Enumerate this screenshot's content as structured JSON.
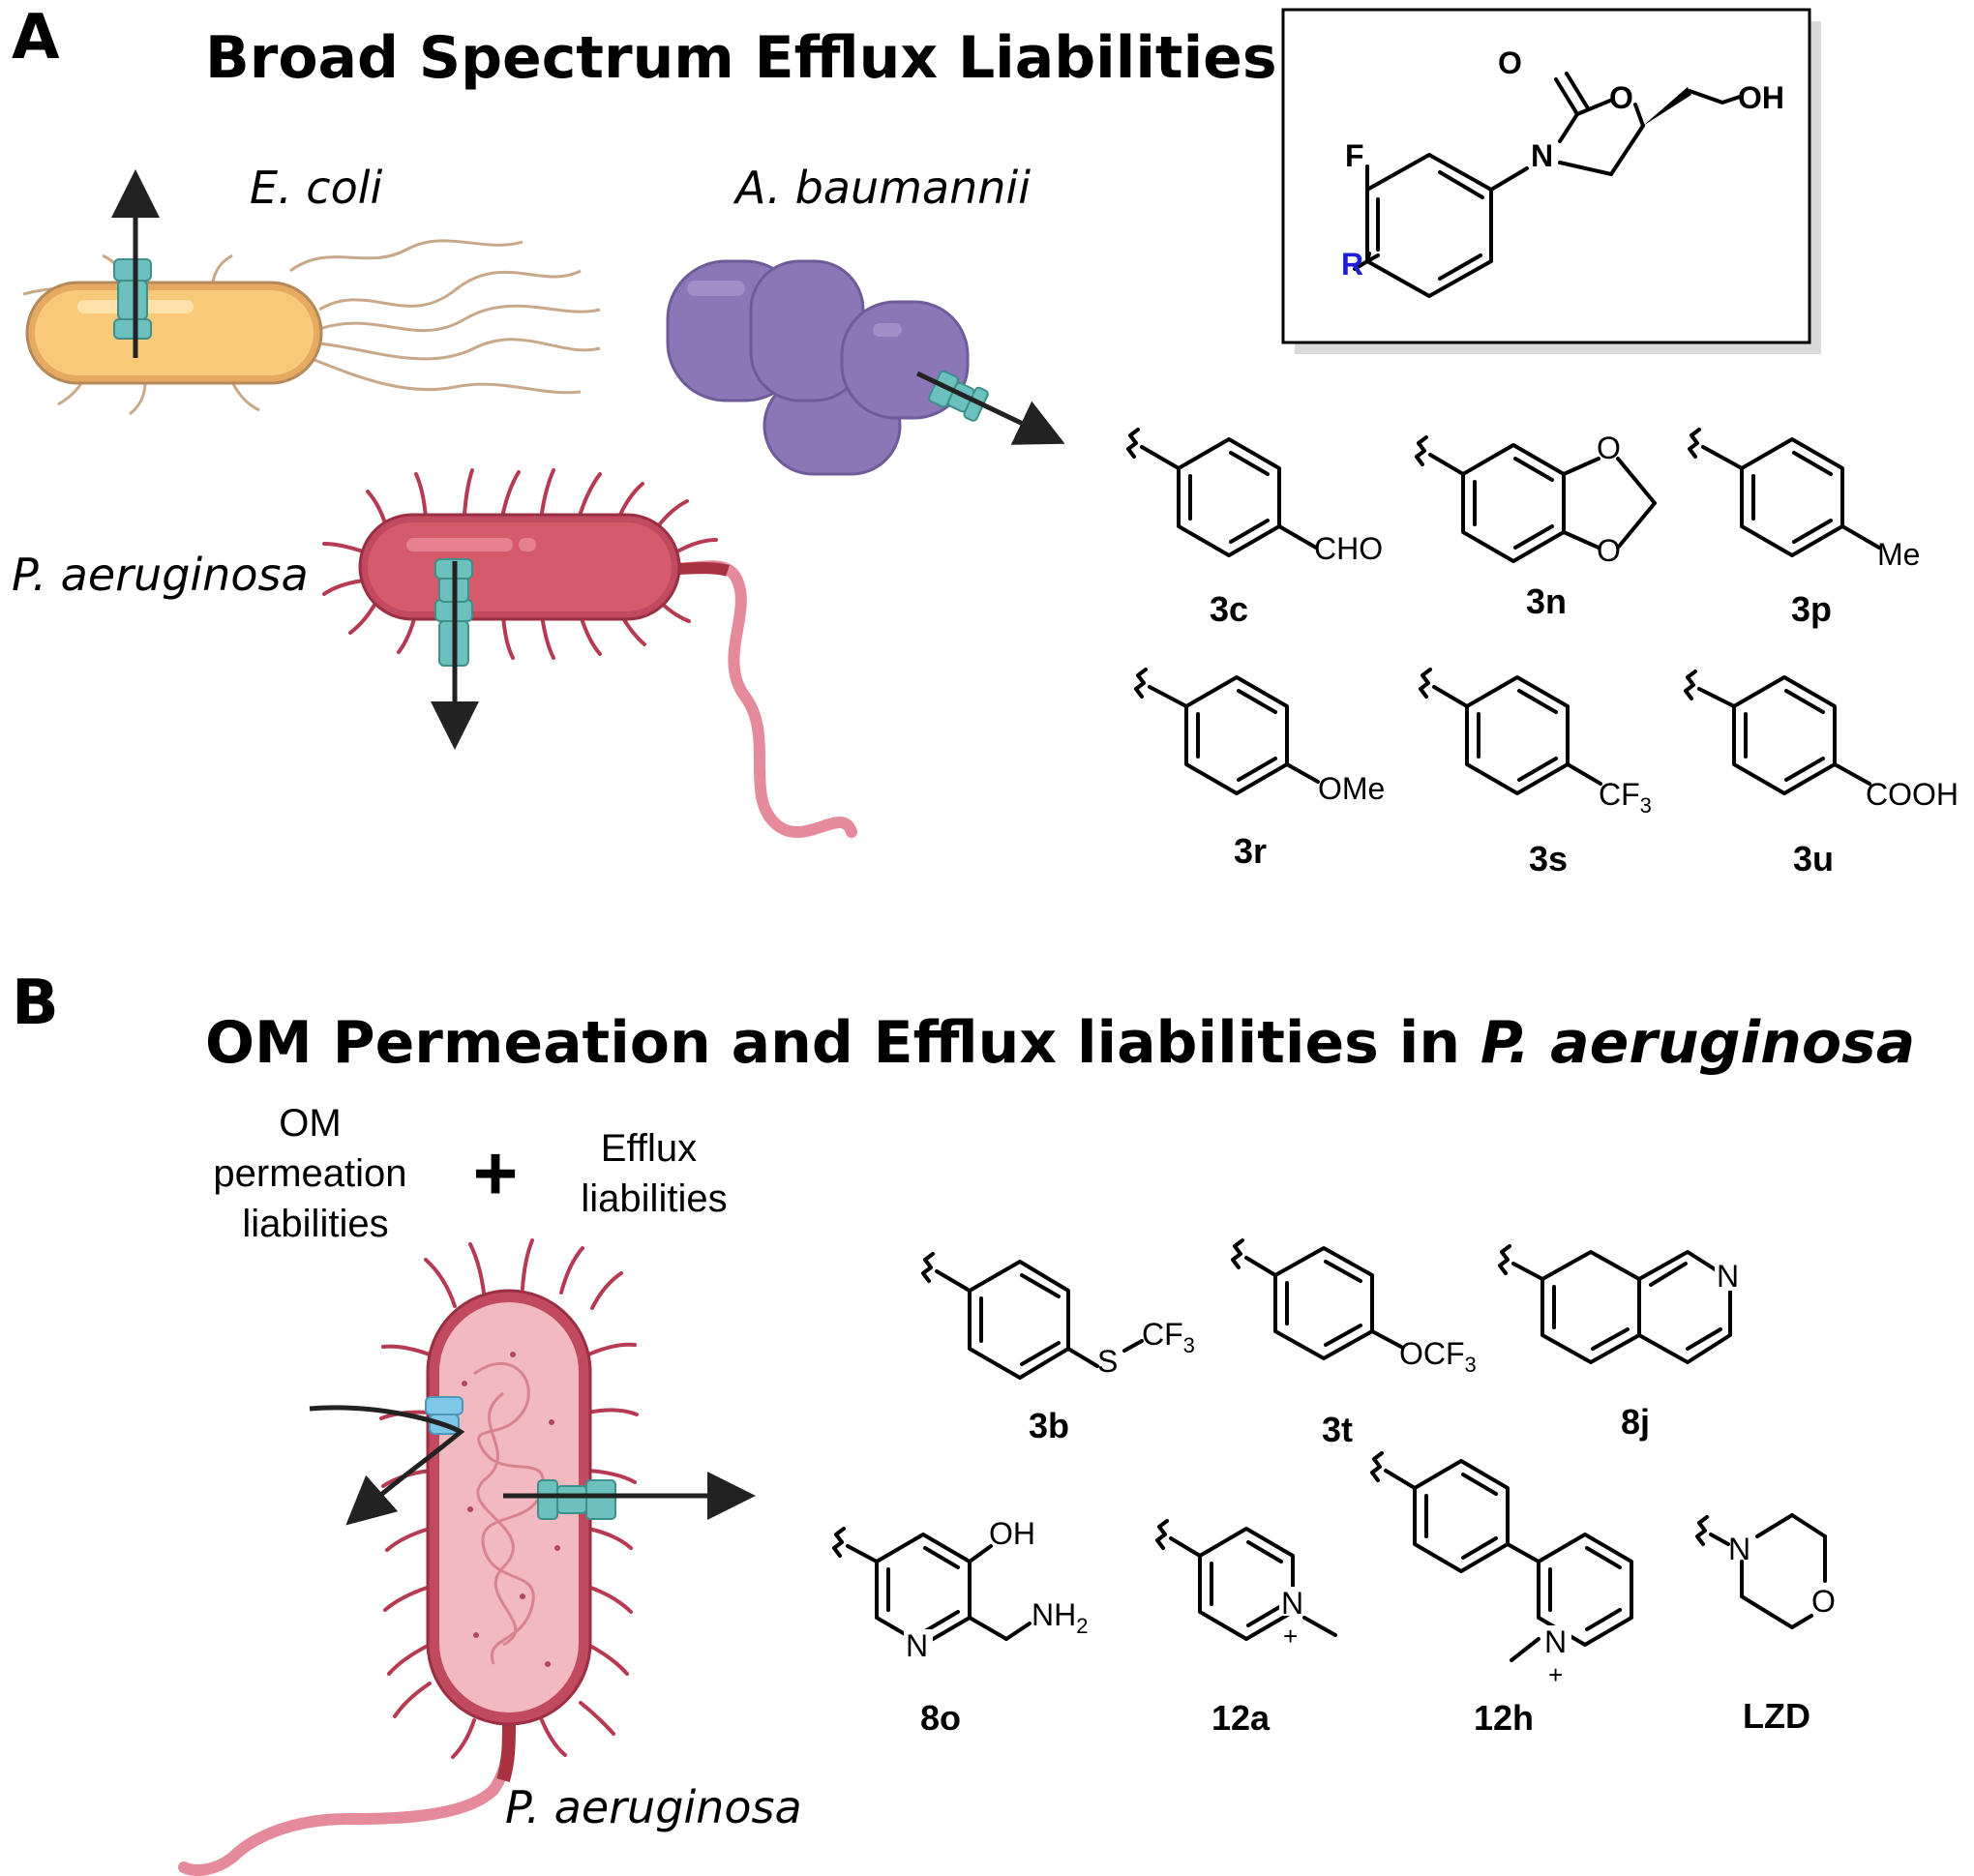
{
  "panel_a": {
    "letter": "A",
    "title": "Broad Spectrum Efflux Liabilities",
    "organisms": {
      "ecoli": "E. coli",
      "abaumannii": "A. baumannii",
      "paeruginosa": "P. aeruginosa"
    },
    "core_atoms": {
      "o_carbonyl": "O",
      "o_ring": "O",
      "n_ring": "N",
      "oh": "OH",
      "f": "F",
      "r": "R"
    },
    "compounds": [
      {
        "id": "3c",
        "substituent": "CHO"
      },
      {
        "id": "3n",
        "substituent": "O"
      },
      {
        "id": "3p",
        "substituent": "Me"
      },
      {
        "id": "3r",
        "substituent": "OMe"
      },
      {
        "id": "3s",
        "substituent": "CF",
        "sub_index": "3"
      },
      {
        "id": "3u",
        "substituent": "COOH"
      }
    ]
  },
  "panel_b": {
    "letter": "B",
    "title_main": "OM Permeation and Efflux liabilities in ",
    "title_italic": "P. aeruginosa",
    "left_label": [
      "OM",
      "permeation",
      "liabilities"
    ],
    "plus": "+",
    "right_label": [
      "Efflux",
      "liabilities"
    ],
    "organism": "P. aeruginosa",
    "compounds": [
      {
        "id": "3b",
        "substituent": "S",
        "substituent2": "CF",
        "sub_index": "3"
      },
      {
        "id": "3t",
        "substituent": "OCF",
        "sub_index": "3"
      },
      {
        "id": "8j",
        "substituent": "N"
      },
      {
        "id": "8o",
        "substituent": "OH",
        "substituent2": "NH",
        "sub_index": "2",
        "ring_atom": "N"
      },
      {
        "id": "12a",
        "ring_atom": "N",
        "charge": "+"
      },
      {
        "id": "12h",
        "ring_atom": "N",
        "charge": "+"
      },
      {
        "id": "LZD",
        "ring_atom": "N",
        "substituent": "O"
      }
    ]
  },
  "colors": {
    "r_group": "#1f1fd6",
    "ecoli_body": "#f9c97a",
    "abaumannii_body": "#8b76b8",
    "paeruginosa_body": "#d45a6c",
    "pump": "#6cc0bd"
  }
}
